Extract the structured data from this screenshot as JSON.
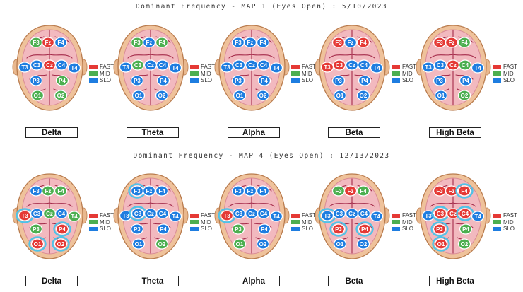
{
  "legend_colors": {
    "FAST": "#e53935",
    "MID": "#4caf50",
    "SLO": "#1e7de0"
  },
  "maps": [
    {
      "title": "Dominant Frequency - MAP 1 (Eyes Open) : 5/10/2023",
      "legend": [
        "FAST",
        "MID",
        "SLO"
      ],
      "bands": [
        {
          "label": "Delta",
          "electrodes": {
            "F3": {
              "c": "MID"
            },
            "Fz": {
              "c": "FAST"
            },
            "F4": {
              "c": "SLO"
            },
            "T3": {
              "c": "SLO"
            },
            "C3": {
              "c": "SLO"
            },
            "Cz": {
              "c": "FAST"
            },
            "C4": {
              "c": "SLO"
            },
            "T4": {
              "c": "SLO"
            },
            "P3": {
              "c": "SLO"
            },
            "P4": {
              "c": "MID"
            },
            "O1": {
              "c": "MID"
            },
            "O2": {
              "c": "MID"
            }
          }
        },
        {
          "label": "Theta",
          "electrodes": {
            "F3": {
              "c": "MID"
            },
            "Fz": {
              "c": "SLO"
            },
            "F4": {
              "c": "MID"
            },
            "T3": {
              "c": "SLO"
            },
            "C3": {
              "c": "MID"
            },
            "Cz": {
              "c": "SLO"
            },
            "C4": {
              "c": "SLO"
            },
            "T4": {
              "c": "SLO"
            },
            "P3": {
              "c": "SLO"
            },
            "P4": {
              "c": "SLO"
            },
            "O1": {
              "c": "SLO"
            },
            "O2": {
              "c": "SLO"
            }
          }
        },
        {
          "label": "Alpha",
          "electrodes": {
            "F3": {
              "c": "SLO"
            },
            "Fz": {
              "c": "SLO"
            },
            "F4": {
              "c": "SLO"
            },
            "T3": {
              "c": "SLO"
            },
            "C3": {
              "c": "SLO"
            },
            "Cz": {
              "c": "SLO"
            },
            "C4": {
              "c": "SLO"
            },
            "T4": {
              "c": "SLO"
            },
            "P3": {
              "c": "SLO"
            },
            "P4": {
              "c": "SLO"
            },
            "O1": {
              "c": "SLO"
            },
            "O2": {
              "c": "SLO"
            }
          }
        },
        {
          "label": "Beta",
          "electrodes": {
            "F3": {
              "c": "FAST"
            },
            "Fz": {
              "c": "SLO"
            },
            "F4": {
              "c": "FAST"
            },
            "T3": {
              "c": "FAST"
            },
            "C3": {
              "c": "FAST"
            },
            "Cz": {
              "c": "SLO"
            },
            "C4": {
              "c": "SLO"
            },
            "T4": {
              "c": "SLO"
            },
            "P3": {
              "c": "SLO"
            },
            "P4": {
              "c": "SLO"
            },
            "O1": {
              "c": "SLO"
            },
            "O2": {
              "c": "SLO"
            }
          }
        },
        {
          "label": "High Beta",
          "electrodes": {
            "F3": {
              "c": "FAST"
            },
            "Fz": {
              "c": "FAST"
            },
            "F4": {
              "c": "MID"
            },
            "T3": {
              "c": "SLO"
            },
            "C3": {
              "c": "SLO"
            },
            "Cz": {
              "c": "FAST"
            },
            "C4": {
              "c": "MID"
            },
            "T4": {
              "c": "SLO"
            },
            "P3": {
              "c": "SLO"
            },
            "P4": {
              "c": "SLO"
            },
            "O1": {
              "c": "SLO"
            },
            "O2": {
              "c": "MID"
            }
          }
        }
      ]
    },
    {
      "title": "Dominant Frequency - MAP 4 (Eyes Open) : 12/13/2023",
      "legend": [
        "FAST",
        "MID",
        "SLO"
      ],
      "bands": [
        {
          "label": "Delta",
          "electrodes": {
            "F3": {
              "c": "SLO"
            },
            "Fz": {
              "c": "MID"
            },
            "F4": {
              "c": "MID"
            },
            "T3": {
              "c": "FAST",
              "ring": true
            },
            "C3": {
              "c": "SLO"
            },
            "Cz": {
              "c": "MID"
            },
            "C4": {
              "c": "SLO"
            },
            "T4": {
              "c": "MID"
            },
            "P3": {
              "c": "MID"
            },
            "P4": {
              "c": "FAST",
              "ring": true
            },
            "O1": {
              "c": "FAST",
              "ring": true
            },
            "O2": {
              "c": "FAST",
              "ring": true
            }
          }
        },
        {
          "label": "Theta",
          "electrodes": {
            "F3": {
              "c": "SLO",
              "ring": true
            },
            "Fz": {
              "c": "SLO"
            },
            "F4": {
              "c": "SLO"
            },
            "T3": {
              "c": "SLO"
            },
            "C3": {
              "c": "SLO",
              "ring": true
            },
            "Cz": {
              "c": "SLO"
            },
            "C4": {
              "c": "SLO"
            },
            "T4": {
              "c": "SLO"
            },
            "P3": {
              "c": "SLO"
            },
            "P4": {
              "c": "SLO"
            },
            "O1": {
              "c": "SLO"
            },
            "O2": {
              "c": "MID"
            }
          }
        },
        {
          "label": "Alpha",
          "electrodes": {
            "F3": {
              "c": "SLO"
            },
            "Fz": {
              "c": "SLO"
            },
            "F4": {
              "c": "SLO"
            },
            "T3": {
              "c": "FAST",
              "ring": true
            },
            "C3": {
              "c": "SLO"
            },
            "Cz": {
              "c": "SLO"
            },
            "C4": {
              "c": "SLO"
            },
            "T4": {
              "c": "SLO"
            },
            "P3": {
              "c": "MID"
            },
            "P4": {
              "c": "SLO"
            },
            "O1": {
              "c": "MID"
            },
            "O2": {
              "c": "SLO"
            }
          }
        },
        {
          "label": "Beta",
          "electrodes": {
            "F3": {
              "c": "MID"
            },
            "Fz": {
              "c": "FAST"
            },
            "F4": {
              "c": "MID"
            },
            "T3": {
              "c": "SLO",
              "ring": true
            },
            "C3": {
              "c": "SLO"
            },
            "Cz": {
              "c": "SLO"
            },
            "C4": {
              "c": "SLO"
            },
            "T4": {
              "c": "SLO"
            },
            "P3": {
              "c": "FAST",
              "ring": true
            },
            "P4": {
              "c": "FAST",
              "ring": true
            },
            "O1": {
              "c": "SLO"
            },
            "O2": {
              "c": "SLO"
            }
          }
        },
        {
          "label": "High Beta",
          "electrodes": {
            "F3": {
              "c": "FAST"
            },
            "Fz": {
              "c": "FAST"
            },
            "F4": {
              "c": "FAST",
              "ring": true
            },
            "T3": {
              "c": "SLO"
            },
            "C3": {
              "c": "FAST",
              "ring": true
            },
            "Cz": {
              "c": "FAST"
            },
            "C4": {
              "c": "FAST",
              "ring": true
            },
            "T4": {
              "c": "SLO"
            },
            "P3": {
              "c": "FAST",
              "ring": true
            },
            "P4": {
              "c": "MID"
            },
            "O1": {
              "c": "FAST",
              "ring": true
            },
            "O2": {
              "c": "MID"
            }
          }
        }
      ]
    }
  ]
}
